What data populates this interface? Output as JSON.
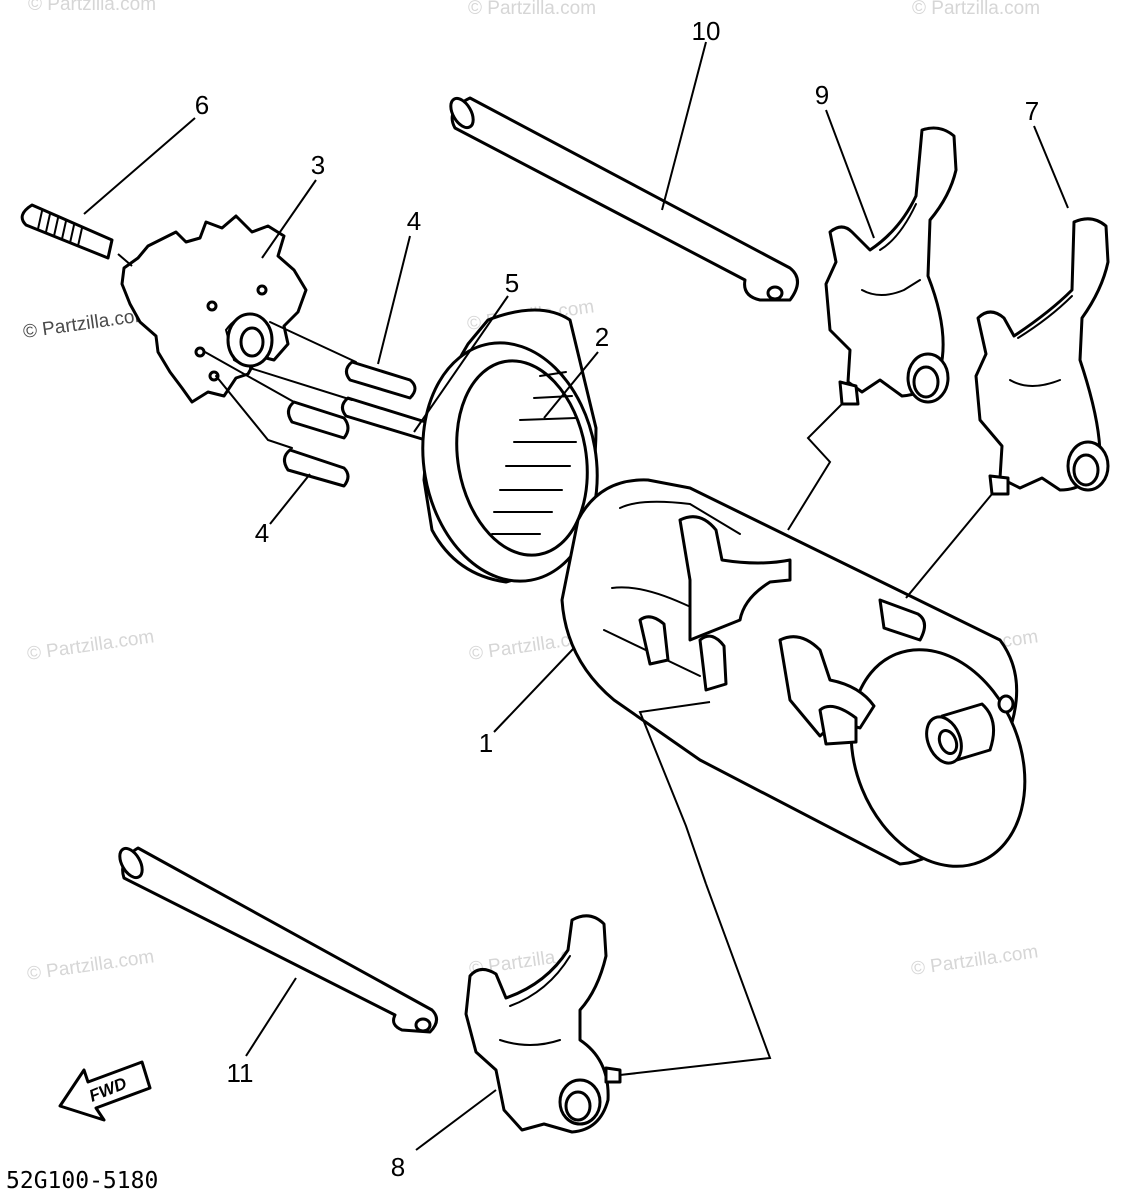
{
  "callouts": {
    "c1": "1",
    "c2": "2",
    "c3": "3",
    "c4a": "4",
    "c4b": "4",
    "c5": "5",
    "c6": "6",
    "c7": "7",
    "c8": "8",
    "c9": "9",
    "c10": "10",
    "c11": "11"
  },
  "fwd_label": "FWD",
  "diagram_code": "52G100-5180",
  "watermark": "© Partzilla.com",
  "colors": {
    "line": "#000000",
    "background": "#ffffff",
    "watermark": "#d6d6d6"
  }
}
